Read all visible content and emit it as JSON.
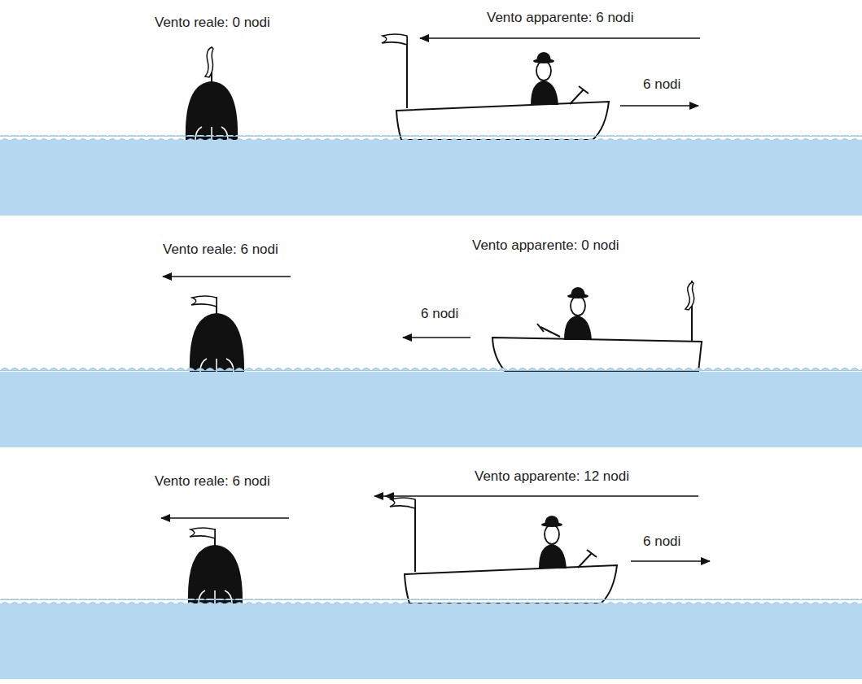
{
  "diagram": {
    "labels": [
      "Vento reale: 0 nodi",
      "Vento apparente: 6 nodi",
      "6 nodi",
      "Vento reale: 6 nodi",
      "Vento apparente: 0 nodi",
      "6 nodi",
      "Vento reale: 6 nodi",
      "Vento apparente: 12 nodi",
      "6 nodi"
    ]
  }
}
